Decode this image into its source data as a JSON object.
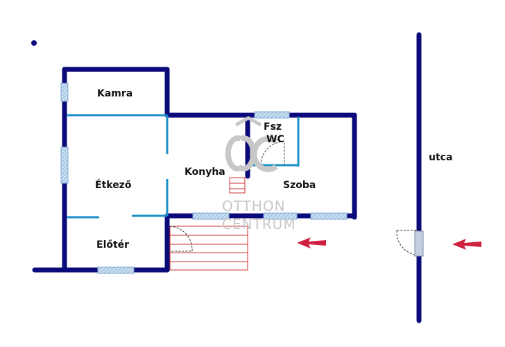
{
  "rooms": {
    "kamra": "Kamra",
    "etkezo": "Étkező",
    "konyha": "Konyha",
    "fsz_wc_line1": "Fsz",
    "fsz_wc_line2": "WC",
    "szoba": "Szoba",
    "eloter": "Előtér",
    "utca": "utca"
  },
  "watermark": {
    "logo_letters": "OC",
    "line1": "OTTHON",
    "line2": "CENTRUM"
  },
  "icons": [
    "entrance-arrow-icon",
    "street-entrance-arrow-icon",
    "compass-dot-icon"
  ],
  "colors": {
    "outer_wall": "#0a0a7a",
    "inner_wall": "#1a8fc8",
    "window": "#a9c9e6",
    "stairs": "#cc3333",
    "arrow": "#d02040",
    "label": "#111111",
    "watermark": "#c8c8c8"
  }
}
